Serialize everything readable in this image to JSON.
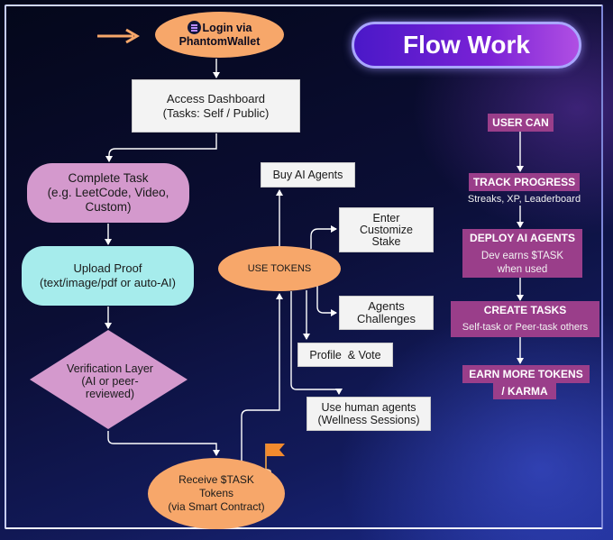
{
  "title": "Flow Work",
  "nodes": {
    "login": {
      "line1": "Login via",
      "line2": "PhantomWallet"
    },
    "dashboard": {
      "line1": "Access Dashboard",
      "line2": "(Tasks: Self / Public)"
    },
    "complete_task": {
      "line1": "Complete Task",
      "line2": "(e.g. LeetCode, Video,",
      "line3": "Custom)"
    },
    "upload_proof": {
      "line1": "Upload Proof",
      "line2": "(text/image/pdf or auto-AI)"
    },
    "verification": {
      "line1": "Verification Layer",
      "line2": "(AI or peer-",
      "line3": "reviewed)"
    },
    "receive": {
      "line1": "Receive $TASK",
      "line2": "Tokens",
      "line3": "(via Smart Contract)"
    },
    "use_tokens": {
      "label": "USE TOKENS"
    },
    "buy_ai_agents": {
      "label": "Buy AI Agents"
    },
    "stake": {
      "line1": "Enter",
      "line2": "Customize",
      "line3": "Stake"
    },
    "agents_challenges": {
      "line1": "Agents",
      "line2": "Challenges"
    },
    "profile_vote": {
      "label": "Profile  & Vote"
    },
    "human_agents": {
      "line1": "Use human agents",
      "line2": "(Wellness Sessions)"
    }
  },
  "side_flow": {
    "user_can": "USER CAN",
    "track_progress": {
      "label": "TRACK PROGRESS",
      "sub": "Streaks, XP, Leaderboard"
    },
    "deploy_agents": {
      "label": "DEPLOY AI AGENTS",
      "sub1": "Dev earns $TASK",
      "sub2": "when used"
    },
    "create_tasks": {
      "label": "CREATE TASKS",
      "sub": "Self-task or Peer-task others"
    },
    "earn_more": {
      "line1": "EARN MORE TOKENS",
      "line2": "/ KARMA"
    }
  },
  "colors": {
    "orange_node": "#f7a76a",
    "pink_node": "#d499cd",
    "cyan_node": "#a6ecec",
    "side_label": "#9a3e8a",
    "title_pill": "#6a1fd3"
  }
}
